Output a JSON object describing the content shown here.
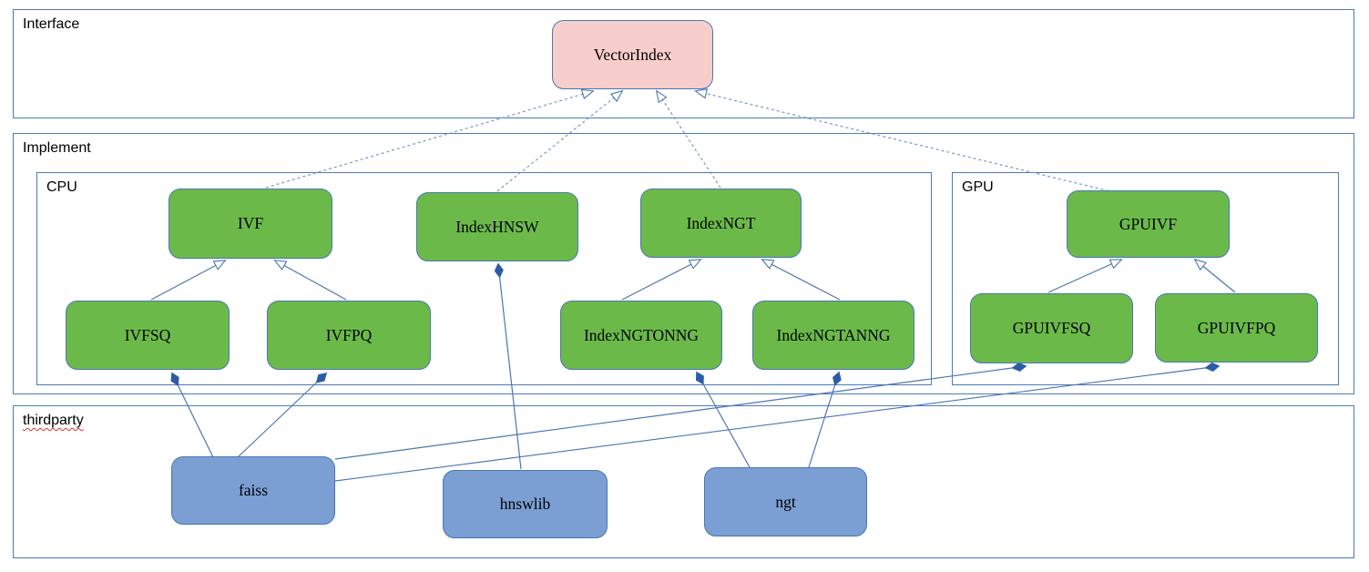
{
  "diagram": {
    "containers": {
      "interface": {
        "label": "Interface"
      },
      "implement": {
        "label": "Implement"
      },
      "cpu": {
        "label": "CPU"
      },
      "gpu": {
        "label": "GPU"
      },
      "thirdparty": {
        "label": "thirdparty",
        "spellcheck_underline": true
      }
    },
    "nodes": {
      "vectorindex": {
        "label": "VectorIndex",
        "kind": "interface"
      },
      "ivf": {
        "label": "IVF",
        "kind": "cpu-implementation"
      },
      "indexhnsw": {
        "label": "IndexHNSW",
        "kind": "cpu-implementation"
      },
      "indexngt": {
        "label": "IndexNGT",
        "kind": "cpu-implementation"
      },
      "ivfsq": {
        "label": "IVFSQ",
        "kind": "cpu-implementation"
      },
      "ivfpq": {
        "label": "IVFPQ",
        "kind": "cpu-implementation"
      },
      "indexngtonng": {
        "label": "IndexNGTONNG",
        "kind": "cpu-implementation"
      },
      "indexngtanng": {
        "label": "IndexNGTANNG",
        "kind": "cpu-implementation"
      },
      "gpuivf": {
        "label": "GPUIVF",
        "kind": "gpu-implementation"
      },
      "gpuivfsq": {
        "label": "GPUIVFSQ",
        "kind": "gpu-implementation"
      },
      "gpuivfpq": {
        "label": "GPUIVFPQ",
        "kind": "gpu-implementation"
      },
      "faiss": {
        "label": "faiss",
        "kind": "thirdparty-library"
      },
      "hnswlib": {
        "label": "hnswlib",
        "kind": "thirdparty-library"
      },
      "ngt": {
        "label": "ngt",
        "kind": "thirdparty-library"
      }
    },
    "edges": [
      {
        "from": "ivf",
        "to": "vectorindex",
        "type": "realization-dashed-hollow-arrow"
      },
      {
        "from": "indexhnsw",
        "to": "vectorindex",
        "type": "realization-dashed-hollow-arrow"
      },
      {
        "from": "indexngt",
        "to": "vectorindex",
        "type": "realization-dashed-hollow-arrow"
      },
      {
        "from": "gpuivf",
        "to": "vectorindex",
        "type": "realization-dashed-hollow-arrow"
      },
      {
        "from": "ivfsq",
        "to": "ivf",
        "type": "generalization-hollow-arrow"
      },
      {
        "from": "ivfpq",
        "to": "ivf",
        "type": "generalization-hollow-arrow"
      },
      {
        "from": "indexngtonng",
        "to": "indexngt",
        "type": "generalization-hollow-arrow"
      },
      {
        "from": "indexngtanng",
        "to": "indexngt",
        "type": "generalization-hollow-arrow"
      },
      {
        "from": "gpuivfsq",
        "to": "gpuivf",
        "type": "generalization-hollow-arrow"
      },
      {
        "from": "gpuivfpq",
        "to": "gpuivf",
        "type": "generalization-hollow-arrow"
      },
      {
        "from": "faiss",
        "to": "ivfsq",
        "type": "composition-filled-diamond"
      },
      {
        "from": "faiss",
        "to": "ivfpq",
        "type": "composition-filled-diamond"
      },
      {
        "from": "faiss",
        "to": "gpuivfsq",
        "type": "composition-filled-diamond"
      },
      {
        "from": "faiss",
        "to": "gpuivfpq",
        "type": "composition-filled-diamond"
      },
      {
        "from": "hnswlib",
        "to": "indexhnsw",
        "type": "composition-filled-diamond"
      },
      {
        "from": "ngt",
        "to": "indexngtonng",
        "type": "composition-filled-diamond"
      },
      {
        "from": "ngt",
        "to": "indexngtanng",
        "type": "composition-filled-diamond"
      }
    ],
    "colors": {
      "interface_node_fill": "#f8cecc",
      "implementation_node_fill": "#6bba49",
      "thirdparty_node_fill": "#7b9ed3",
      "node_border": "#4a76b4",
      "container_border": "#4d7ab8",
      "solid_edge": "#4a76b4",
      "dashed_edge": "#7b97c7",
      "diamond_fill": "#2b5ca8",
      "spellcheck_wave": "#e03030",
      "text": "#000000",
      "background": "#ffffff"
    }
  }
}
